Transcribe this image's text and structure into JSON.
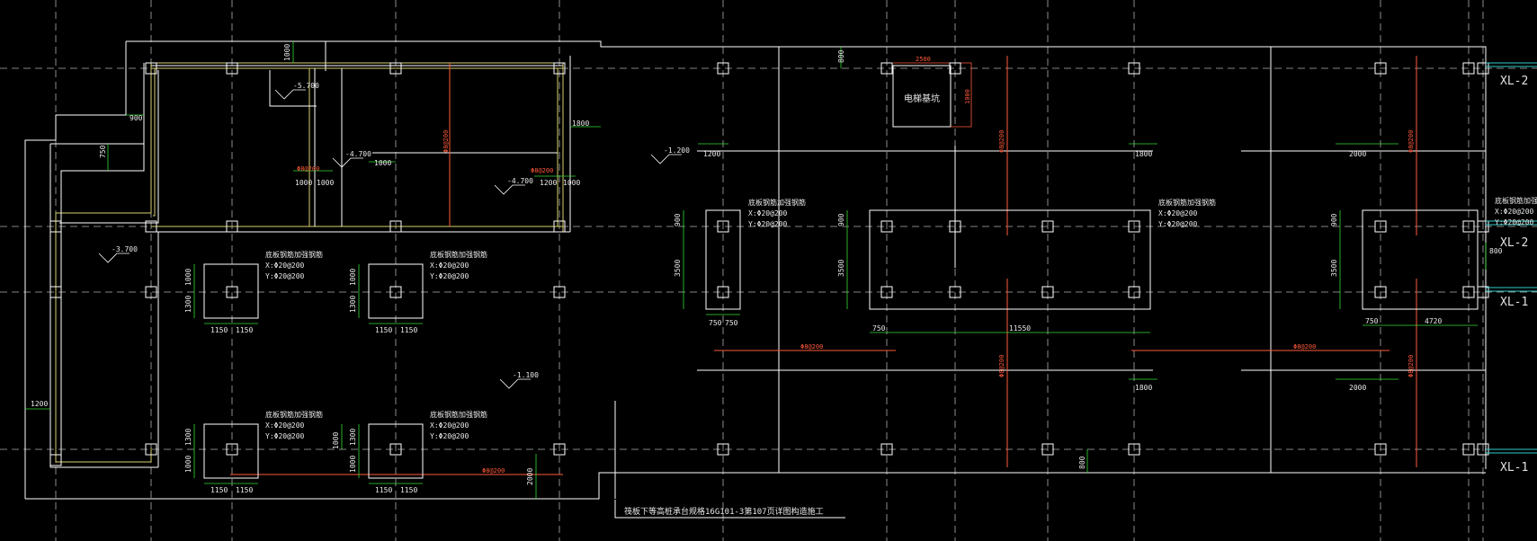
{
  "colors": {
    "background": "#000000",
    "outline": "#ffffff",
    "grid_axis": "#bfbfbf",
    "dimension": "#33dd33",
    "rebar": "#ff5a3c",
    "wall_fill": "#d8d070",
    "pipe": "#33cccc"
  },
  "axis_labels": {
    "xl2_top": "XL-2",
    "xl2_mid": "XL-2",
    "xl1_mid": "XL-1",
    "xl1_bot": "XL-1"
  },
  "room": {
    "elevator_pit": "电梯基坑"
  },
  "note": {
    "bottom": "筏板下等高桩承台规格16G101-3第107页详图构造施工"
  },
  "levels": {
    "l1": "-5.700",
    "l2": "-4.700",
    "l3": "-4.700",
    "l4": "-3.700",
    "l5": "-1.200",
    "l6": "-1.100"
  },
  "cap_labels": {
    "cap_a": {
      "title": "底板钢筋加强钢筋",
      "x": "X:Φ20@200",
      "y": "Y:Φ20@200"
    },
    "cap_b": {
      "title": "底板钢筋加强钢筋",
      "x": "X:Φ20@200",
      "y": "Y:Φ20@200"
    },
    "cap_c": {
      "title": "底板钢筋加强钢筋",
      "x": "X:Φ20@200",
      "y": "Y:Φ20@200"
    },
    "cap_d": {
      "title": "底板钢筋加强钢筋",
      "x": "X:Φ20@200",
      "y": "Y:Φ20@200"
    },
    "cap_e": {
      "title": "底板钢筋加强钢筋",
      "x": "X:Φ20@200",
      "y": "Y:Φ20@200"
    },
    "cap_f": {
      "title": "底板钢筋加强钢筋",
      "x": "X:Φ20@200",
      "y": "Y:Φ20@200"
    },
    "cap_g": {
      "title": "底板钢筋加强钢筋",
      "x": "X:Φ20@200",
      "y": "Y:Φ20@200"
    }
  },
  "rebar_labels": {
    "r1": "Φ8@200",
    "r2": "Φ8@200",
    "r3": "Φ8@200",
    "r4": "Φ8@200",
    "r5": "Φ8@200",
    "r6": "Φ8@200",
    "r7": "Φ8@200",
    "r8": "Φ8@200",
    "r9": "Φ8@200",
    "r10": "Φ8@200"
  },
  "dimensions": {
    "d1000_top": "1000",
    "d900_left": "900",
    "d750_left": "750",
    "d1200_left": "1200",
    "d1000_a": "1000",
    "d1000_b": "1000",
    "d1000_c": "1000",
    "d1800_a": "1800",
    "d1200_b": "1200",
    "d1000_d": "1000",
    "p1_v1": "1000",
    "p1_v2": "1300",
    "p1_h1": "1150",
    "p1_h2": "1150",
    "p2_v1": "1000",
    "p2_v2": "1300",
    "p2_h1": "1150",
    "p2_h2": "1150",
    "p3_v1": "1300",
    "p3_v2": "1000",
    "p3_h1": "1150",
    "p3_h2": "1150",
    "p4_v1": "1300",
    "p4_v2": "1000",
    "p4_h1": "1150",
    "p4_h2": "1150",
    "p4_v3": "1000",
    "d2000_vert": "2000",
    "d800_top": "800",
    "d1200_mid": "1200",
    "d900_c1": "900",
    "d3500_c1": "3500",
    "d750_c1a": "750",
    "d750_c1b": "750",
    "d900_c2": "900",
    "d3500_c2": "3500",
    "d750_c2": "750",
    "d11550": "11550",
    "d1800_c2top": "1800",
    "d1800_c2bot": "1800",
    "d2500_pit": "2500",
    "d1000_pit": "1000",
    "d800_bot": "800",
    "d2000_c3top": "2000",
    "d2000_c3bot": "2000",
    "d900_c3": "900",
    "d3500_c3": "3500",
    "d750_c3": "750",
    "d4720": "4720",
    "d800_right": "800"
  }
}
